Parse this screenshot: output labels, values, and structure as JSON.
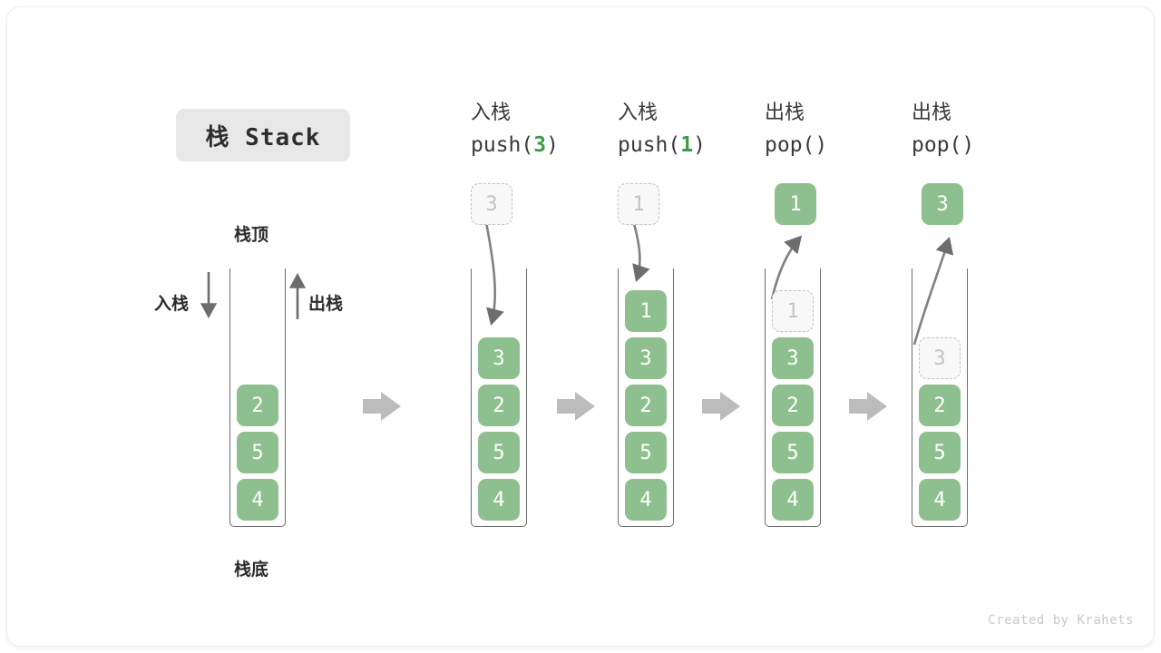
{
  "title": {
    "text": "栈 Stack"
  },
  "labels": {
    "top": "栈顶",
    "bottom": "栈底",
    "push_side": "入栈",
    "pop_side": "出栈"
  },
  "colors": {
    "cell_fill": "#8ebf8e",
    "cell_text": "#ffffff",
    "ghost_fill": "#f8f8f8",
    "ghost_border": "#c2c2c2",
    "accent_green": "#3f9b4a",
    "arrow_gray": "#6d6d6d",
    "flow_arrow_gray": "#b6b6b6",
    "badge_bg": "#e8e8e8"
  },
  "columns": [
    {
      "id": "initial",
      "head_cn": "",
      "head_code": "",
      "cells": [
        {
          "value": "2",
          "state": "solid"
        },
        {
          "value": "5",
          "state": "solid"
        },
        {
          "value": "4",
          "state": "solid"
        }
      ],
      "floating": null
    },
    {
      "id": "push-3",
      "head_cn": "入栈",
      "head_code": "push(",
      "head_code_num": "3",
      "head_code_tail": ")",
      "cells": [
        {
          "value": "3",
          "state": "solid"
        },
        {
          "value": "2",
          "state": "solid"
        },
        {
          "value": "5",
          "state": "solid"
        },
        {
          "value": "4",
          "state": "solid"
        }
      ],
      "floating": {
        "value": "3",
        "state": "ghost",
        "direction": "in"
      }
    },
    {
      "id": "push-1",
      "head_cn": "入栈",
      "head_code": "push(",
      "head_code_num": "1",
      "head_code_tail": ")",
      "cells": [
        {
          "value": "1",
          "state": "solid"
        },
        {
          "value": "3",
          "state": "solid"
        },
        {
          "value": "2",
          "state": "solid"
        },
        {
          "value": "5",
          "state": "solid"
        },
        {
          "value": "4",
          "state": "solid"
        }
      ],
      "floating": {
        "value": "1",
        "state": "ghost",
        "direction": "in"
      }
    },
    {
      "id": "pop-1",
      "head_cn": "出栈",
      "head_code": "pop(",
      "head_code_num": "",
      "head_code_tail": ")",
      "cells": [
        {
          "value": "1",
          "state": "ghost"
        },
        {
          "value": "3",
          "state": "solid"
        },
        {
          "value": "2",
          "state": "solid"
        },
        {
          "value": "5",
          "state": "solid"
        },
        {
          "value": "4",
          "state": "solid"
        }
      ],
      "floating": {
        "value": "1",
        "state": "solid",
        "direction": "out"
      }
    },
    {
      "id": "pop-3",
      "head_cn": "出栈",
      "head_code": "pop(",
      "head_code_num": "",
      "head_code_tail": ")",
      "cells": [
        {
          "value": "",
          "state": "empty"
        },
        {
          "value": "3",
          "state": "ghost"
        },
        {
          "value": "2",
          "state": "solid"
        },
        {
          "value": "5",
          "state": "solid"
        },
        {
          "value": "4",
          "state": "solid"
        }
      ],
      "floating": {
        "value": "3",
        "state": "solid",
        "direction": "out"
      }
    }
  ],
  "footer": {
    "credit": "Created by Krahets"
  }
}
